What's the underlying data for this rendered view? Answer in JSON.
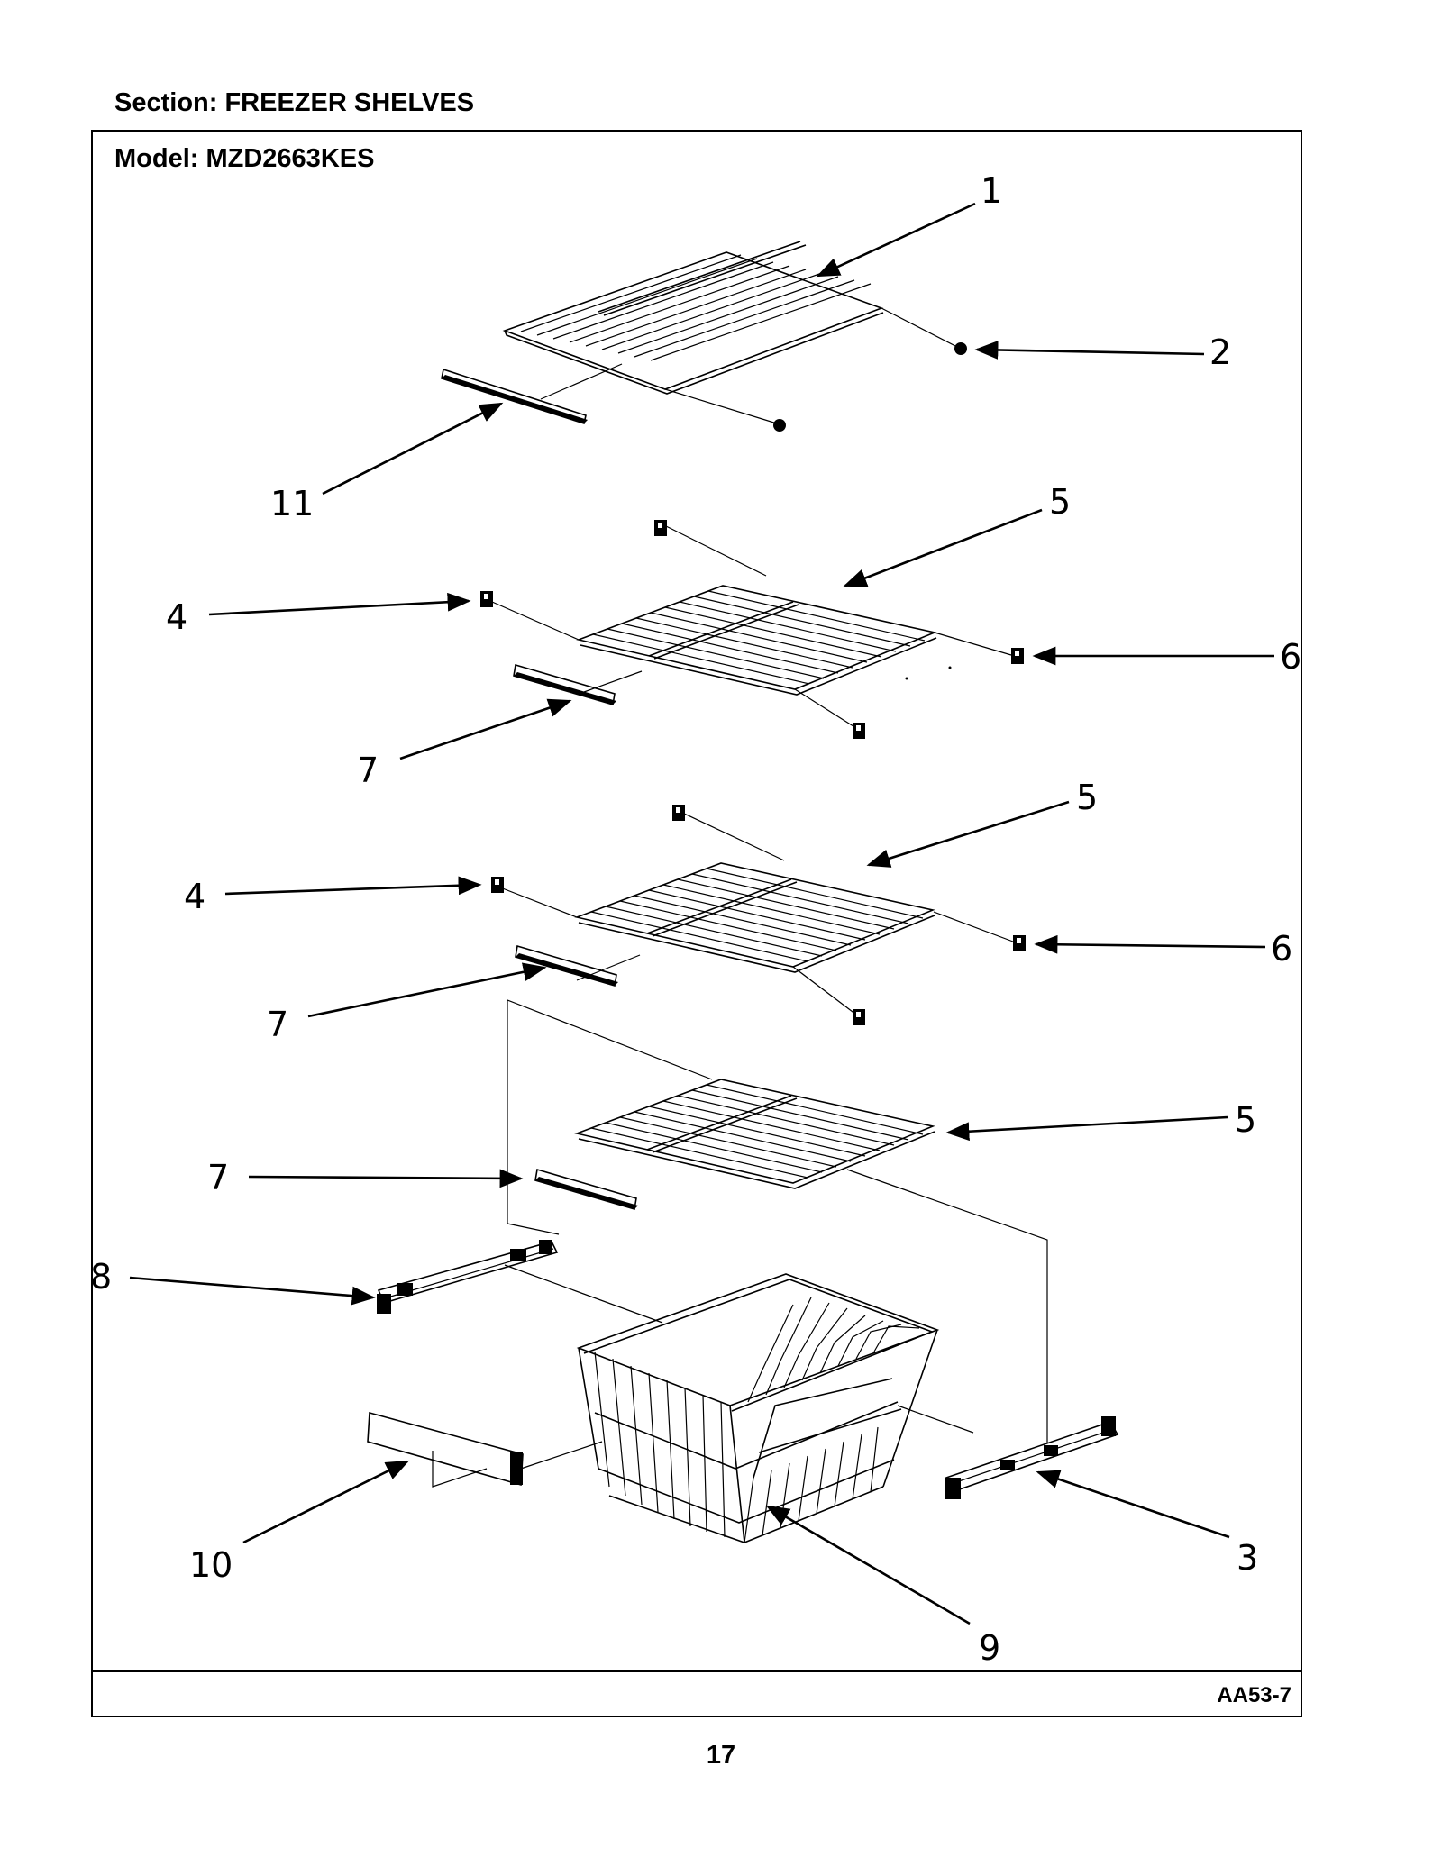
{
  "header": {
    "section_label": "Section:  FREEZER SHELVES"
  },
  "frame": {
    "model_label": "Model:  MZD2663KES",
    "drawing_code": "AA53-7"
  },
  "footer": {
    "page_number": "17"
  },
  "callouts": {
    "c1": "1",
    "c2": "2",
    "c11": "11",
    "c5a": "5",
    "c4a": "4",
    "c6a": "6",
    "c7a": "7",
    "c5b": "5",
    "c4b": "4",
    "c6b": "6",
    "c7b": "7",
    "c5c": "5",
    "c7c": "7",
    "c8": "8",
    "c10": "10",
    "c9": "9",
    "c3": "3"
  }
}
